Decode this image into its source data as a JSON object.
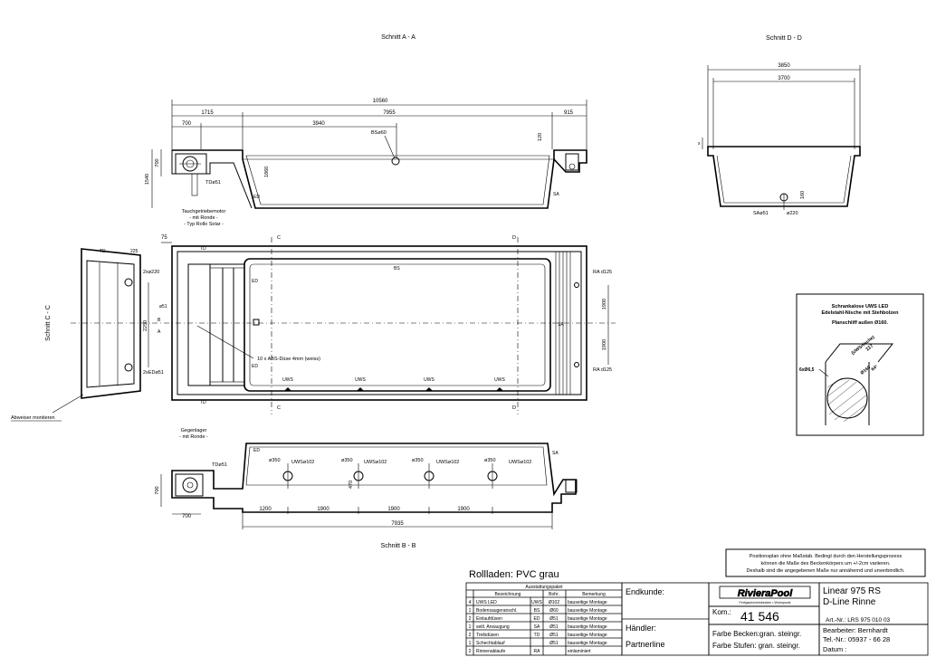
{
  "sections": {
    "aa": "Schnitt A - A",
    "bb": "Schnitt B - B",
    "cc": "Schnitt C - C",
    "dd": "Schnitt D - D"
  },
  "top_dims": {
    "overall": "10560",
    "d1715": "1715",
    "d7955": "7955",
    "d915": "915",
    "d700": "700",
    "d3940": "3940",
    "bs": "BSø60",
    "d120": "120",
    "d1540": "1540",
    "d700v": "700",
    "d1860": "1860",
    "tds": "TDø51",
    "ed": "ED",
    "sa": "SA"
  },
  "motor": {
    "line1": "Tauchgetriebemotor",
    "line2": "- mit Ronde -",
    "line3": "- Typ Rollo Solar -"
  },
  "dd_dims": {
    "outer": "3850",
    "inner": "3700",
    "h160": "160",
    "sa": "SAø51",
    "d220": "ø220"
  },
  "plan": {
    "d75": "75",
    "td_top": "TD",
    "td_bot": "TD",
    "c_top": "C",
    "c_bot": "C",
    "d_top": "D",
    "d_bot": "D",
    "bs": "BS",
    "ed1": "ED",
    "ed2": "ED",
    "sa": "SA",
    "a1": "A",
    "a2": "A",
    "b1": "B",
    "b2": "B",
    "d51": "ø51",
    "nozzles": "10 x ABS-Düse 4mm (weiss)",
    "ra1": "RA d125",
    "ra2": "RA d125",
    "d1900a": "1900",
    "d1900b": "1900",
    "uws1": "UWS",
    "uws2": "UWS",
    "uws3": "UWS",
    "uws4": "UWS"
  },
  "cc_dims": {
    "td": "TD",
    "d225": "225",
    "d2x220": "2xø220",
    "d2xed": "2xEDø51",
    "d2250": "2250",
    "label": "Abweiser montieren"
  },
  "bb_dims": {
    "gegen1": "Gegenlager",
    "gegen2": "- mit Ronde -",
    "tds": "TDø51",
    "ed": "ED",
    "sa": "SA",
    "d350a": "ø350",
    "d350b": "ø350",
    "d350c": "ø350",
    "d350d": "ø350",
    "uws1": "UWSø102",
    "uws2": "UWSø102",
    "uws3": "UWSø102",
    "uws4": "UWSø102",
    "d470": "470",
    "d700v": "700",
    "d700": "700",
    "d1200": "1200",
    "d1900a": "1900",
    "d1900b": "1900",
    "d1900c": "1900",
    "d7935": "7935"
  },
  "detail": {
    "line1": "Schrankalose UWS LED",
    "line2": "Edelstahl-Nische mit Stehbolzen",
    "line3": "Planschliff außen Ø160.",
    "d117": "117",
    "uws_label": "(UWSnische)",
    "d160": "Ø160",
    "d64": "64°",
    "d6x": "6xØ6,5"
  },
  "note": {
    "line1": "Positionsplan ohne Maßstab. Bedingt durch den Herstellungsprozess",
    "line2": "können die Maße des Beckenkörpers um +/-2cm variieren.",
    "line3": "Deshalb sind die angegebenen Maße nur annähernd und unverbindlich."
  },
  "rollladen": "Rollladen: PVC grau",
  "parts": {
    "title": "Ausstattungspaket",
    "headers": [
      "Bezeichnung",
      "Bohr.",
      "Bemerkung"
    ],
    "rows": [
      {
        "qty": "4",
        "name": "UWS LED",
        "code": "UWS",
        "bohr": "Ø102",
        "note": "bauseitige Montage"
      },
      {
        "qty": "1",
        "name": "Bodensaugeranschl.",
        "code": "BS",
        "bohr": "Ø60",
        "note": "bauseitige Montage"
      },
      {
        "qty": "2",
        "name": "Einlaufdüsen",
        "code": "ED",
        "bohr": "Ø51",
        "note": "bauseitige Montage"
      },
      {
        "qty": "1",
        "name": "seitl. Ansaugung",
        "code": "SA",
        "bohr": "Ø51",
        "note": "bauseitige Montage"
      },
      {
        "qty": "2",
        "name": "Treibdüsen",
        "code": "TD",
        "bohr": "Ø51",
        "note": "bauseitige Montage"
      },
      {
        "qty": "1",
        "name": "Schechtablauf",
        "code": "",
        "bohr": "Ø51",
        "note": "bauseitige Montage"
      },
      {
        "qty": "2",
        "name": "Rinnenablaufe",
        "code": "RA",
        "bohr": "",
        "note": "einlaminiert"
      }
    ]
  },
  "customer": {
    "endkunde_label": "Endkunde:",
    "haendler_label": "Händler:",
    "haendler": "Partnerline"
  },
  "brand": {
    "name": "RivieraPool",
    "tagline": "Fertigschwimmbecken • Wohnpools"
  },
  "kom": {
    "label": "Kom.:",
    "value": "41 546"
  },
  "product": {
    "line1": "Linear 975 RS",
    "line2": "D-Line Rinne",
    "art": "Art.-Nr.: LRS 975 010 03"
  },
  "colors": {
    "becken": "Farbe Becken:gran. steingr.",
    "stufen": "Farbe Stufen: gran. steingr."
  },
  "contact": {
    "bearbeiter": "Bearbeiter: Bernhardt",
    "tel": "Tel.-Nr.: 05937 - 66 28",
    "datum": "Datum :"
  }
}
